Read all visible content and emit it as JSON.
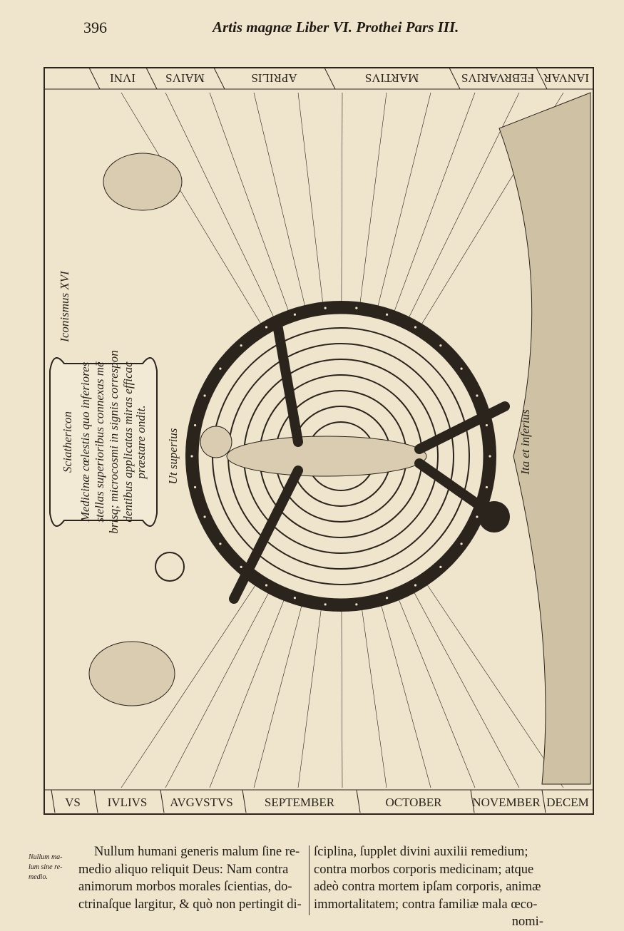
{
  "header": {
    "page_number": "396",
    "running_title": "Artis magnæ Liber VI. Prothei Pars III."
  },
  "plate": {
    "plate_label": "Iconismus XVI",
    "top_months": [
      "IVNI",
      "MAIVS",
      "APRILIS",
      "MARTIVS",
      "FEBRVARIVS",
      "IANVAR"
    ],
    "bottom_months": [
      "VS",
      "IVLIVS",
      "AVGVSTVS",
      "SEPTEMBER",
      "OCTOBER",
      "NOVEMBER",
      "DECEM"
    ],
    "cartouche_title": "Sciathericon",
    "cartouche_lines": [
      "Medicinæ cœlestis quo inferiores",
      "stellas superioribus connexas mē",
      "brisq; microcosmi in signis correspon",
      "dentibus applicatas miras efficac",
      "præstare ondit."
    ],
    "banner_upper": "Ut superius",
    "banner_lower": "Ita et inferius",
    "ink_color": "#2a241c",
    "paper_color": "#efe4cc"
  },
  "text": {
    "margin_note": [
      "Nullum ma-",
      "lum sine re-",
      "medio."
    ],
    "column1": [
      "Nullum humani generis malum ſine re-",
      "medio aliquo reliquit Deus: Nam contra",
      "animorum morbos morales ſcientias, do-",
      "ctrinaſque largitur, & quò non pertingit di-"
    ],
    "column2": [
      "ſciplina, ſupplet divini auxilii remedium;",
      "contra morbos corporis medicinam; atque",
      "adeò contra mortem ipſam corporis, animæ",
      "immortalitatem; contra familiæ mala œco-",
      "nomi-"
    ]
  }
}
